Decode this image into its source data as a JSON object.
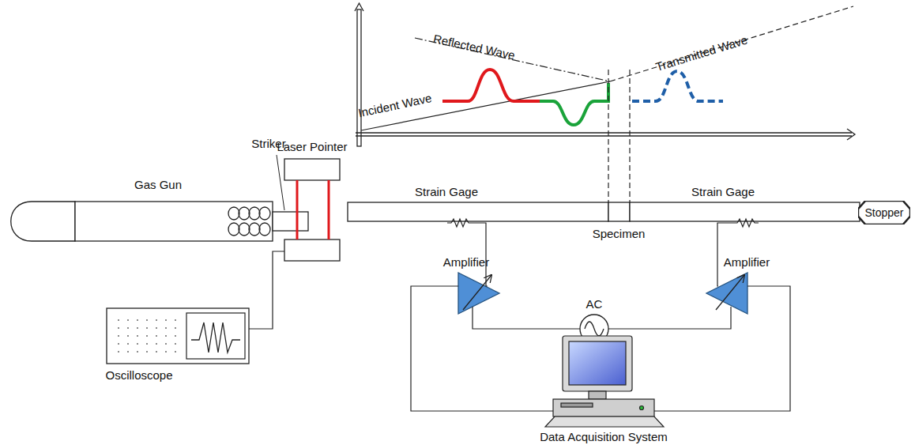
{
  "diagram": {
    "nodes": [
      {
        "text": [
          "Stopper"
        ]
      }
    ],
    "labels": [
      "Reflected Wave",
      "Incident Wave",
      "Transmitted Wave",
      "Striker",
      "Laser Pointer",
      "Gas Gun",
      "Strain Gage",
      "Strain Gage",
      "Specimen",
      "Amplifier",
      "Amplifier",
      "AC",
      "Oscilloscope",
      "Data Acquisition System"
    ]
  }
}
